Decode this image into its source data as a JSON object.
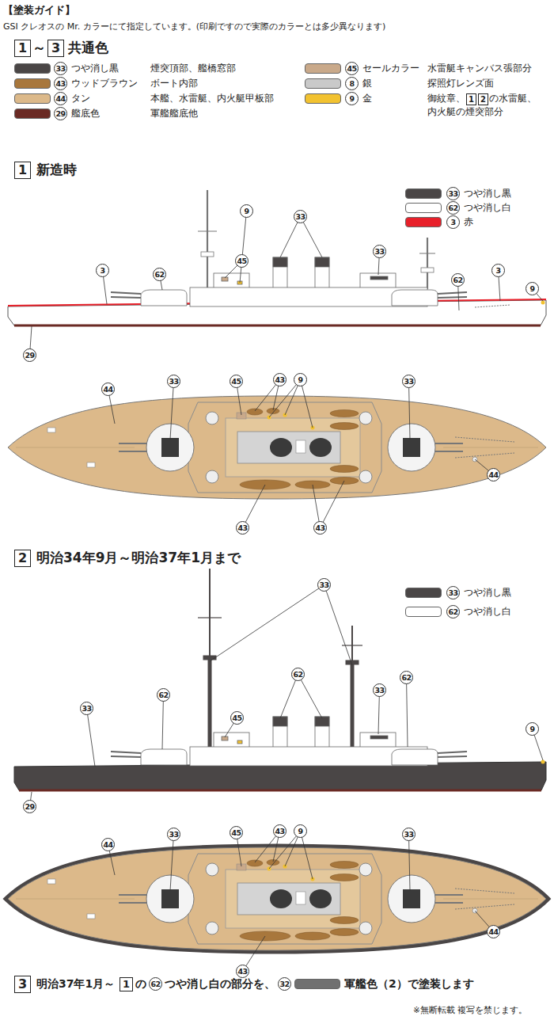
{
  "diagram": {
    "title": "【塗装ガイド】",
    "labels": [
      "GSI クレオスの Mr. カラーにて指定しています。(印刷ですので実際のカラーとは多少異なります)",
      "1",
      "～",
      "3",
      "共通色",
      "33",
      "煙突頂部、艦橋窓部",
      "43",
      "ボート内部",
      "44",
      "本艦、水雷艇、内火艇甲板部",
      "29",
      "軍艦艦底他",
      "45",
      "水雷艇キャンバス張部分",
      "8",
      "探照灯レンズ面",
      "9",
      "御紋章、",
      "1",
      "2",
      "の水雷艇、",
      "内火艇の煙突部分",
      "1",
      "新造時",
      "33",
      "62",
      "3",
      "9",
      "33",
      "45",
      "33",
      "3",
      "62",
      "62",
      "3",
      "9",
      "29",
      "44",
      "33",
      "45",
      "43",
      "9",
      "33",
      "43",
      "43",
      "44",
      "2",
      "明治34年9月～明治37年1月まで",
      "33",
      "62",
      "33",
      "62",
      "62",
      "45",
      "33",
      "62",
      "33",
      "9",
      "29",
      "33",
      "45",
      "43",
      "9",
      "33",
      "44",
      "44",
      "43",
      "3",
      "明治37年1月～",
      "1",
      "の",
      "62",
      "つや消し白の部分を、",
      "32",
      "※無断転載 複写を禁じます。"
    ],
    "legend": [
      {
        "text": "つや消し黒",
        "color": "#4a4646"
      },
      {
        "text": "ウッドブラウン",
        "color": "#a8773c"
      },
      {
        "text": "タン",
        "color": "#dcb98a"
      },
      {
        "text": "艦底色",
        "color": "#6a2a24"
      },
      {
        "text": "セールカラー",
        "color": "#c9a98a"
      },
      {
        "text": "銀",
        "color": "#c9c9c9"
      },
      {
        "text": "金",
        "color": "#f2c230"
      },
      {
        "text": "つや消し黒",
        "color": "#4a4646"
      },
      {
        "text": "つや消し白",
        "color": "#ffffff"
      },
      {
        "text": "赤",
        "color": "#e8202a"
      },
      {
        "text": "つや消し黒",
        "color": "#4a4646"
      },
      {
        "text": "つや消し白",
        "color": "#ffffff"
      },
      {
        "text": "軍艦色（2）で塗装します",
        "color": "#707070"
      }
    ]
  }
}
